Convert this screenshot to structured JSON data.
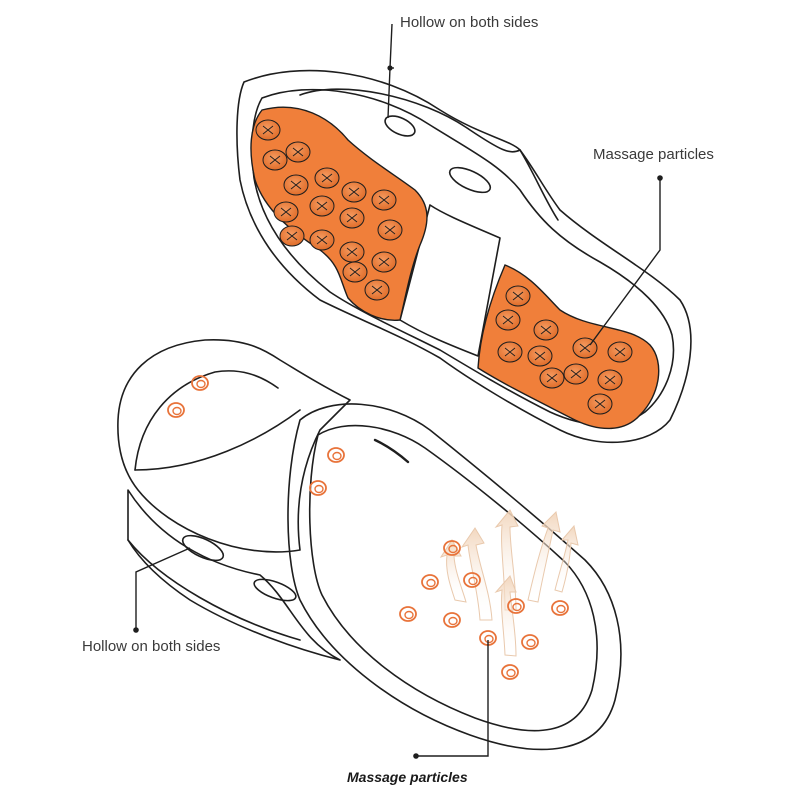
{
  "labels": {
    "hollow_top": "Hollow on both sides",
    "massage_right": "Massage particles",
    "hollow_left": "Hollow on both sides",
    "massage_bottom": "Massage particles"
  },
  "colors": {
    "line": "#1e1e1e",
    "sole_orange": "#f07f3a",
    "sole_orange_dark": "#c8611f",
    "particle_outline": "#e8733a",
    "airflow": "#f3dcc8"
  },
  "icons": {
    "upper_slipper": "slipper-sole-illustration",
    "lower_slipper": "slipper-top-illustration",
    "callout_dot": "leader-dot"
  }
}
